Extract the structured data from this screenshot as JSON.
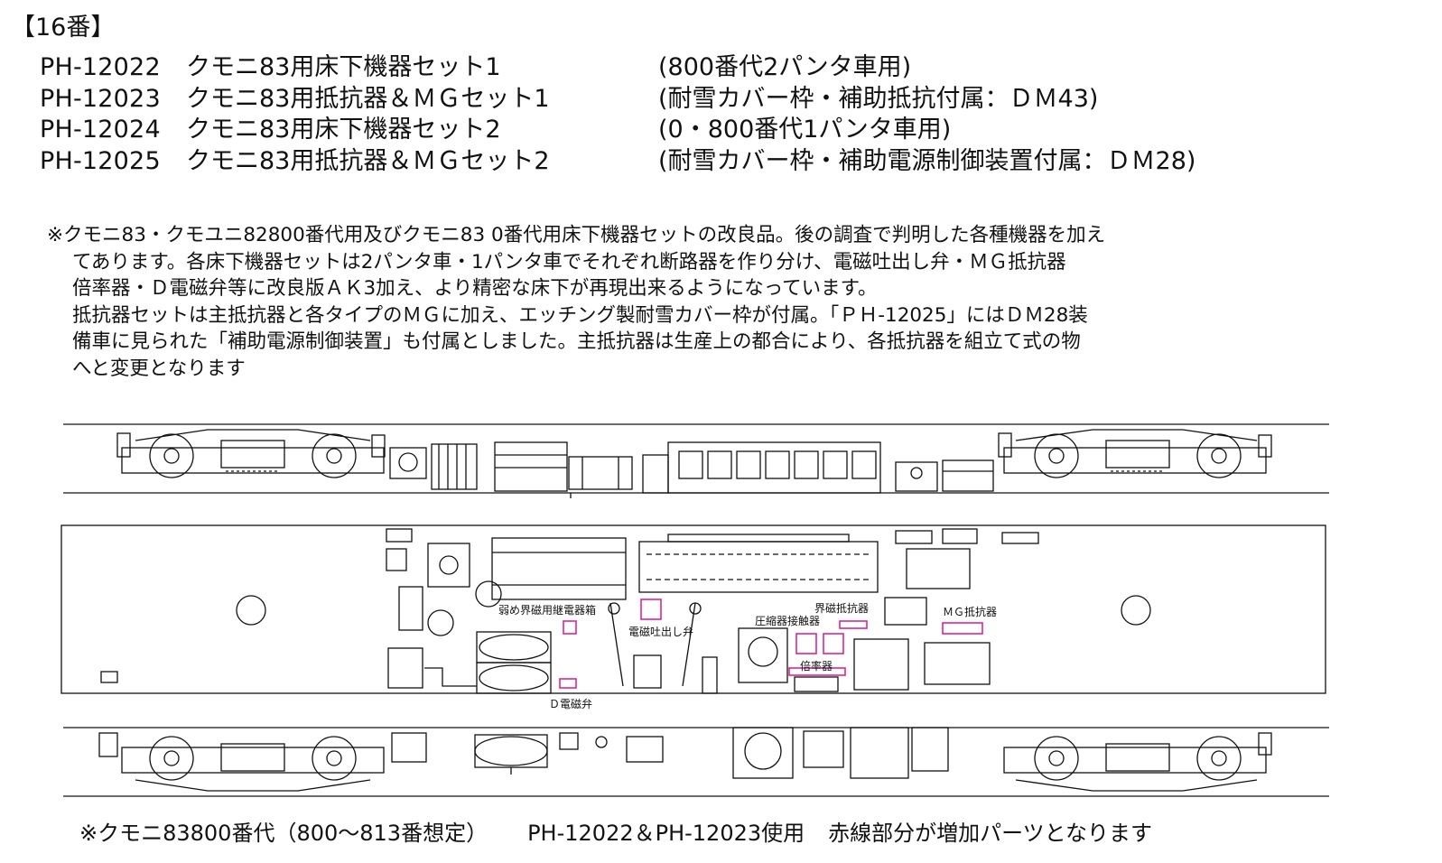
{
  "heading": "【16番】",
  "products": [
    {
      "code": "PH-12022",
      "name": "クモニ83用床下機器セット1",
      "note": "(800番代2パンタ車用)"
    },
    {
      "code": "PH-12023",
      "name": "クモニ83用抵抗器＆ＭＧセット1",
      "note": "(耐雪カバー枠・補助抵抗付属：ＤＭ43)"
    },
    {
      "code": "PH-12024",
      "name": "クモニ83用床下機器セット2",
      "note": "(0・800番代1パンタ車用)"
    },
    {
      "code": "PH-12025",
      "name": "クモニ83用抵抗器＆ＭＧセット2",
      "note": "(耐雪カバー枠・補助電源制御装置付属：ＤＭ28)"
    }
  ],
  "description": [
    "※クモニ83・クモユニ82800番代用及びクモニ83 0番代用床下機器セットの改良品。後の調査で判明した各種機器を加え",
    "てあります。各床下機器セットは2パンタ車・1パンタ車でそれぞれ断路器を作り分け、電磁吐出し弁・ＭＧ抵抗器",
    "倍率器・Ｄ電磁弁等に改良版ＡＫ3加え、より精密な床下が再現出来るようになっています。",
    "抵抗器セットは主抵抗器と各タイプのＭＧに加え、エッチング製耐雪カバー枠が付属。「ＰＨ-12025」にはＤＭ28装",
    "備車に見られた「補助電源制御装置」も付属としました。主抵抗器は生産上の都合により、各抵抗器を組立て式の物",
    "へと変更となります"
  ],
  "labels": {
    "weak_field_relay_box": "弱め界磁用継電器箱",
    "magnet_discharge_valve": "電磁吐出し弁",
    "compressor_contactor": "圧縮器接触器",
    "field_resistor": "界磁抵抗器",
    "mg_resistor": "ＭＧ抵抗器",
    "multiplier": "倍率器",
    "d_magnet_valve": "Ｄ電磁弁"
  },
  "footnote": {
    "variant": "※クモニ83800番代（800～813番想定）",
    "sets": "PH-12022＆PH-12023使用",
    "remark": "赤線部分が増加パーツとなります"
  },
  "colors": {
    "line": "#111111",
    "added_part": "#e0258f",
    "background": "#ffffff"
  }
}
